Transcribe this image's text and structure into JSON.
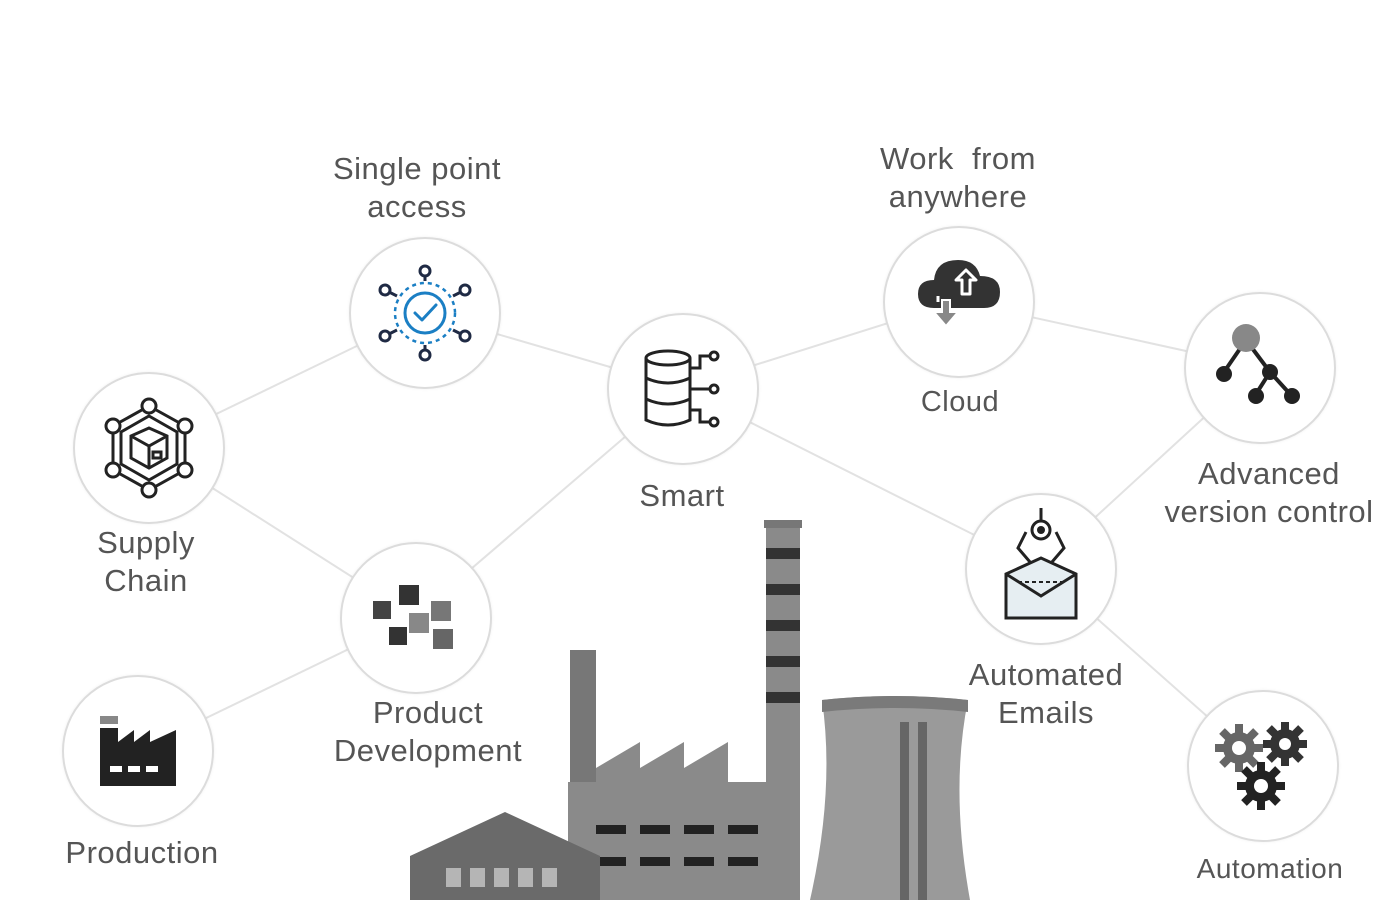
{
  "nodes": {
    "single_point_access": {
      "label_lines": [
        "Single point",
        "access"
      ],
      "icon": "network-check-icon"
    },
    "work_from_anywhere": {
      "label_lines": [
        "Work  from",
        "anywhere"
      ],
      "icon": "cloud-icon"
    },
    "cloud": {
      "label": "Cloud"
    },
    "smart": {
      "label": "Smart",
      "icon": "database-icon"
    },
    "advanced_version_control": {
      "label_lines": [
        "Advanced",
        "version control"
      ],
      "icon": "branch-icon"
    },
    "supply_chain": {
      "label_lines": [
        "Supply",
        "Chain"
      ],
      "icon": "box-network-icon"
    },
    "product_development": {
      "label_lines": [
        "Product",
        "Development"
      ],
      "icon": "blocks-icon"
    },
    "automated_emails": {
      "label_lines": [
        "Automated",
        "Emails"
      ],
      "icon": "robot-email-icon"
    },
    "production": {
      "label": "Production",
      "icon": "factory-icon"
    },
    "automation": {
      "label": "Automation",
      "icon": "gears-icon"
    }
  },
  "illustration": {
    "icon": "industrial-plant-illustration"
  },
  "colors": {
    "accent_blue": "#1b7fc4",
    "icon_dark": "#222222",
    "label_gray": "#555555",
    "connector": "#e2e2e2",
    "building_gray": "#8a8a8a",
    "building_dark": "#5f5f5f"
  }
}
